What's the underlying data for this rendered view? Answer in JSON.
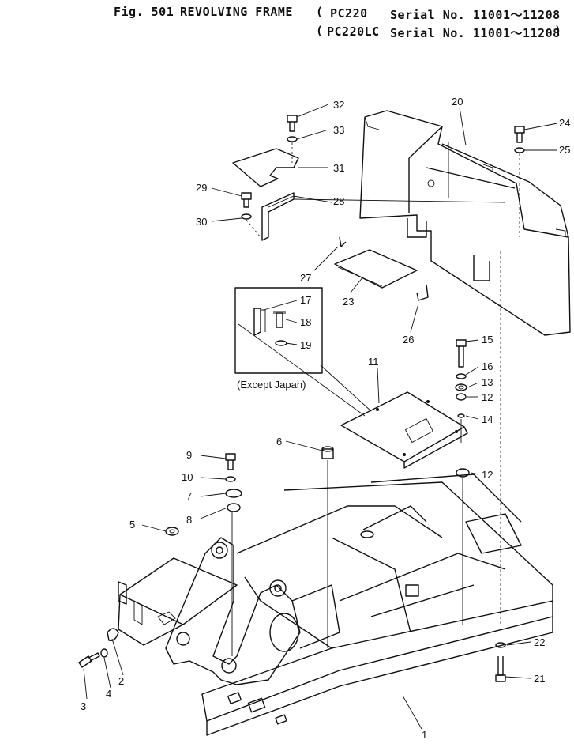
{
  "header": {
    "fig": "Fig. 501",
    "title": "REVOLVING FRAME",
    "models": [
      {
        "model": "PC220",
        "serial": "Serial No. 11001～11208"
      },
      {
        "model": "PC220LC",
        "serial": "Serial No. 11001～11208"
      }
    ]
  },
  "inset": {
    "note": "(Except Japan)"
  },
  "callouts": [
    "1",
    "2",
    "3",
    "4",
    "5",
    "6",
    "7",
    "8",
    "9",
    "10",
    "11",
    "12",
    "12",
    "13",
    "14",
    "15",
    "16",
    "17",
    "18",
    "19",
    "20",
    "21",
    "22",
    "23",
    "24",
    "25",
    "26",
    "27",
    "28",
    "29",
    "30",
    "31",
    "32",
    "33"
  ]
}
